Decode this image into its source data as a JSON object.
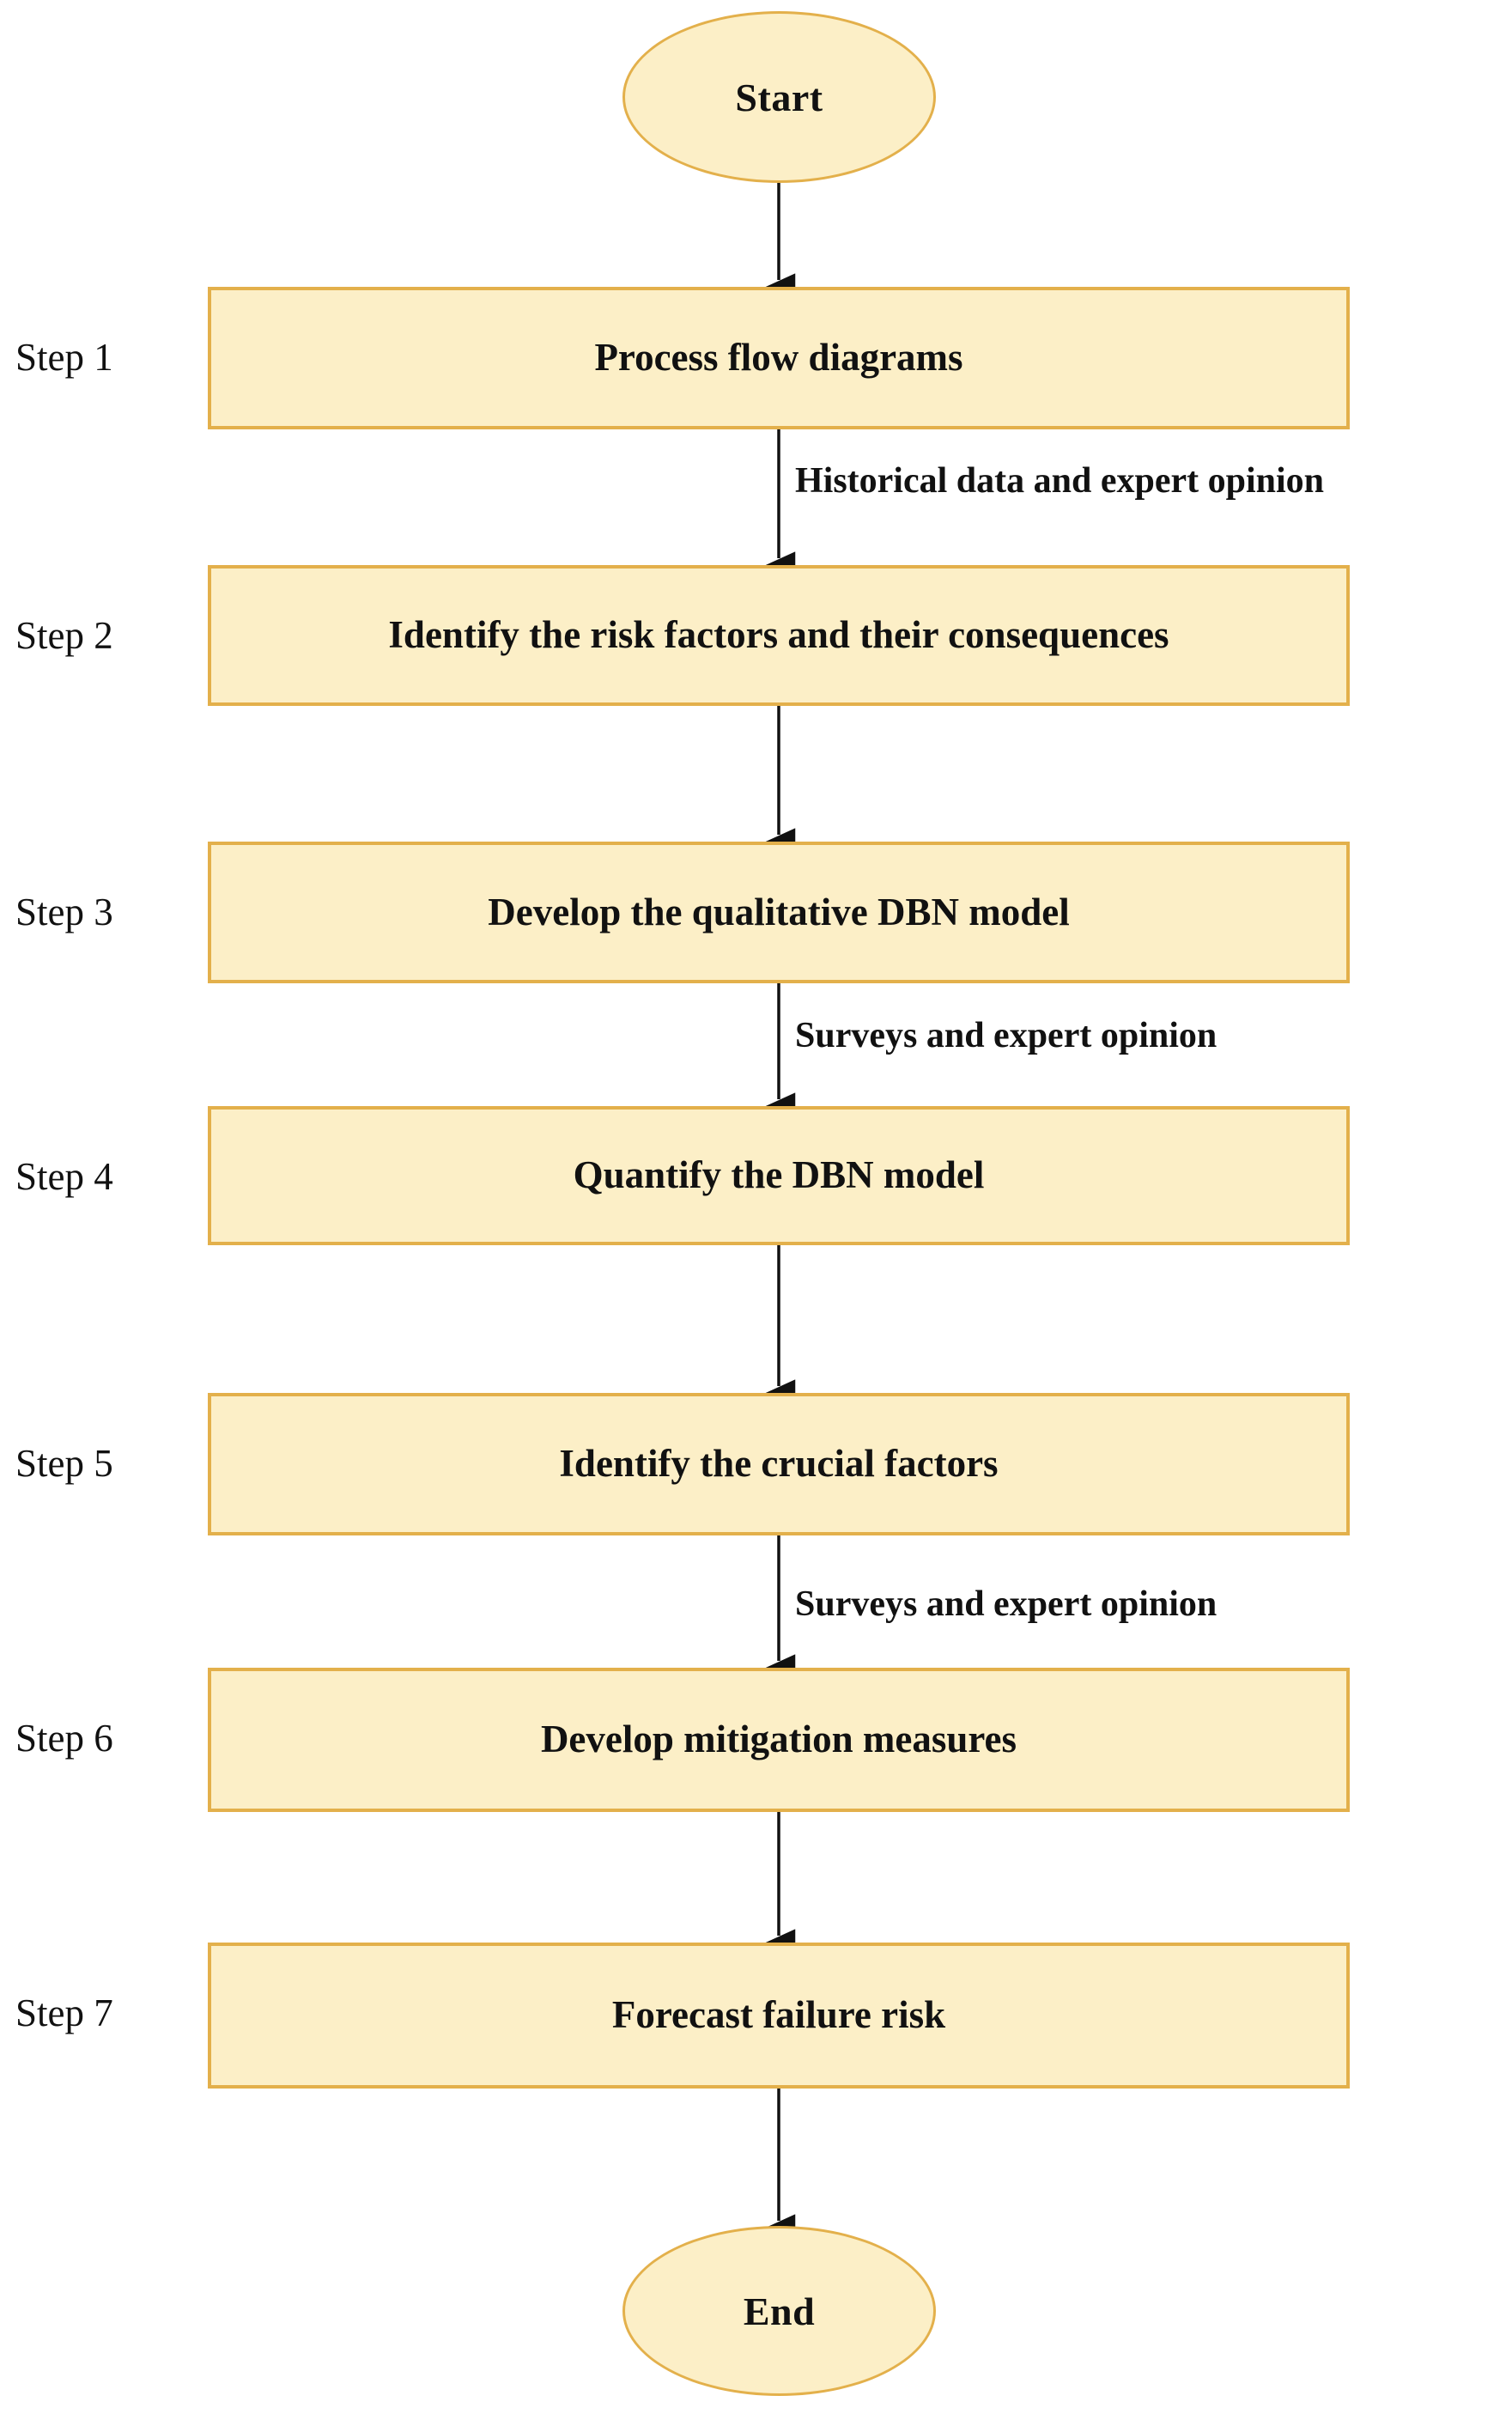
{
  "diagram": {
    "type": "flowchart",
    "orientation": "top-to-bottom",
    "palette": {
      "node_fill": "#FCEFC7",
      "node_border": "#E3B04B",
      "connector": "#111111",
      "text": "#111111",
      "background": "#FFFFFF"
    },
    "start_node": {
      "label": "Start",
      "shape": "ellipse"
    },
    "end_node": {
      "label": "End",
      "shape": "ellipse"
    },
    "steps": [
      {
        "caption": "Step 1",
        "label": "Process flow diagrams"
      },
      {
        "caption": "Step 2",
        "label": "Identify the risk factors and their consequences"
      },
      {
        "caption": "Step 3",
        "label": "Develop the qualitative DBN model"
      },
      {
        "caption": "Step 4",
        "label": "Quantify the DBN model"
      },
      {
        "caption": "Step 5",
        "label": "Identify the crucial factors"
      },
      {
        "caption": "Step 6",
        "label": "Develop mitigation measures"
      },
      {
        "caption": "Step 7",
        "label": "Forecast failure risk"
      }
    ],
    "edge_labels": {
      "start_to_step1": "",
      "step1_to_step2": "Historical data and expert opinion",
      "step2_to_step3": "",
      "step3_to_step4": "Surveys and expert opinion",
      "step4_to_step5": "",
      "step5_to_step6": "Surveys and expert opinion",
      "step6_to_step7": "",
      "step7_to_end": ""
    }
  }
}
